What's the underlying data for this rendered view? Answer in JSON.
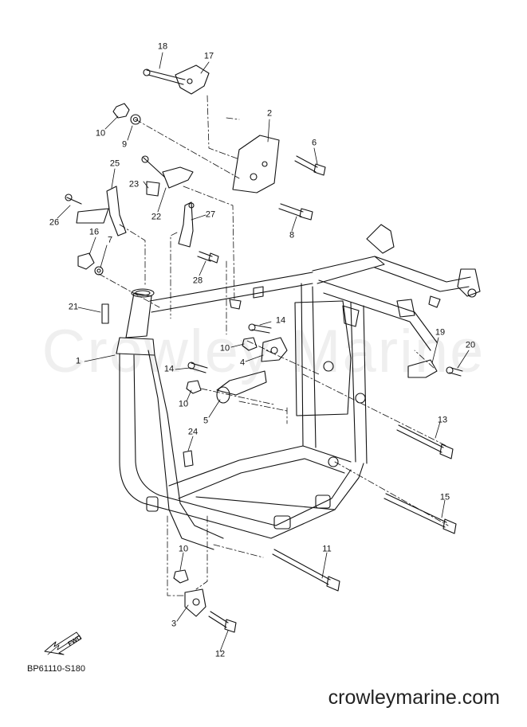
{
  "watermark": "Crowley Marine",
  "diagram_code": "BP61110-S180",
  "brand": "crowleymarine.com",
  "fwd_label": "FWD",
  "parts": [
    {
      "id": "p18",
      "label": "18"
    },
    {
      "id": "p17",
      "label": "17"
    },
    {
      "id": "p10a",
      "label": "10"
    },
    {
      "id": "p9",
      "label": "9"
    },
    {
      "id": "p2",
      "label": "2"
    },
    {
      "id": "p6",
      "label": "6"
    },
    {
      "id": "p25",
      "label": "25"
    },
    {
      "id": "p23",
      "label": "23"
    },
    {
      "id": "p26",
      "label": "26"
    },
    {
      "id": "p22",
      "label": "22"
    },
    {
      "id": "p27",
      "label": "27"
    },
    {
      "id": "p8",
      "label": "8"
    },
    {
      "id": "p16",
      "label": "16"
    },
    {
      "id": "p7",
      "label": "7"
    },
    {
      "id": "p28",
      "label": "28"
    },
    {
      "id": "p21",
      "label": "21"
    },
    {
      "id": "p14a",
      "label": "14"
    },
    {
      "id": "p10b",
      "label": "10"
    },
    {
      "id": "p19",
      "label": "19"
    },
    {
      "id": "p20",
      "label": "20"
    },
    {
      "id": "p1",
      "label": "1"
    },
    {
      "id": "p4",
      "label": "4"
    },
    {
      "id": "p14b",
      "label": "14"
    },
    {
      "id": "p10c",
      "label": "10"
    },
    {
      "id": "p5",
      "label": "5"
    },
    {
      "id": "p13",
      "label": "13"
    },
    {
      "id": "p24",
      "label": "24"
    },
    {
      "id": "p15",
      "label": "15"
    },
    {
      "id": "p11",
      "label": "11"
    },
    {
      "id": "p10d",
      "label": "10"
    },
    {
      "id": "p3",
      "label": "3"
    },
    {
      "id": "p12",
      "label": "12"
    }
  ]
}
